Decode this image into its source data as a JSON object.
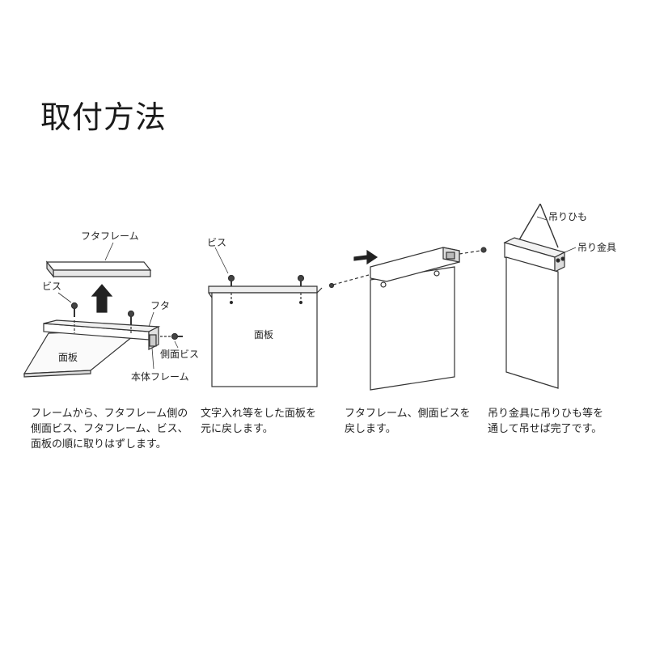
{
  "title": "取付方法",
  "steps": [
    {
      "labels": {
        "futa_frame": "フタフレーム",
        "bis": "ビス",
        "futa": "フタ",
        "menban": "面板",
        "sokumen_bis": "側面ビス",
        "hontai_frame": "本体フレーム"
      },
      "description": "フレームから、フタフレーム側の\n側面ビス、フタフレーム、ビス、\n面板の順に取りはずします。"
    },
    {
      "labels": {
        "bis": "ビス",
        "menban": "面板"
      },
      "description": "文字入れ等をした面板を\n元に戻します。"
    },
    {
      "labels": {},
      "description": "フタフレーム、側面ビスを\n戻します。"
    },
    {
      "labels": {
        "tsuri_himo": "吊りひも",
        "tsuri_kanagu": "吊り金具"
      },
      "description": "吊り金具に吊りひも等を\n通して吊せば完了です。"
    }
  ]
}
